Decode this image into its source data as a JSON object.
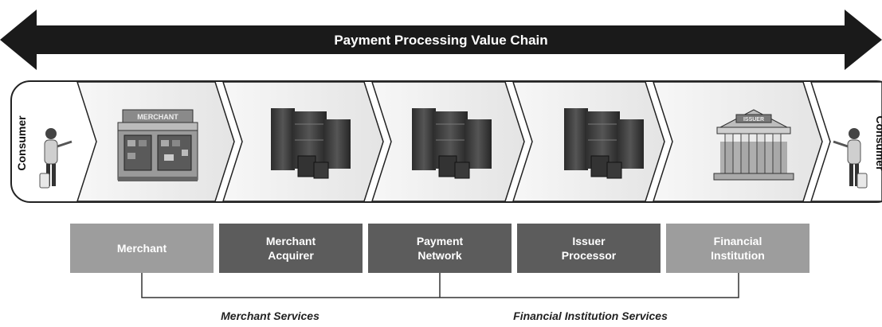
{
  "banner": {
    "title": "Payment Processing Value Chain"
  },
  "chain": {
    "left_label": "Consumer",
    "right_label": "Consumer",
    "sign_merchant": "MERCHANT",
    "sign_issuer": "ISSUER"
  },
  "boxes": [
    {
      "label": "Merchant"
    },
    {
      "label": "Merchant\nAcquirer"
    },
    {
      "label": "Payment\nNetwork"
    },
    {
      "label": "Issuer\nProcessor"
    },
    {
      "label": "Financial\nInstitution"
    }
  ],
  "services": {
    "merchant": "Merchant Services",
    "financial_institution": "Financial Institution Services"
  },
  "colors": {
    "dark": "#5c5c5c",
    "light": "#9d9d9d",
    "arrow": "#1a1a1a",
    "panel": "#f0f0f0"
  }
}
